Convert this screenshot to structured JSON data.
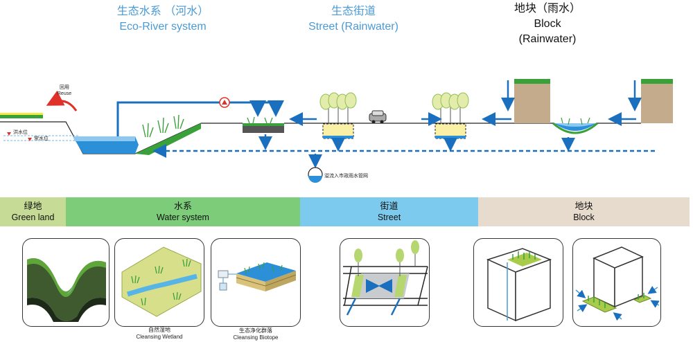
{
  "headers": {
    "eco_river_zh": "生态水系 （河水）",
    "eco_river_en": "Eco-River system",
    "street_zh": "生态街道",
    "street_en": "Street (Rainwater)",
    "block_zh": "地块（雨水）",
    "block_en_1": "Block",
    "block_en_2": "(Rainwater)"
  },
  "diagram_labels": {
    "reuse_zh": "回用",
    "reuse_en": "Reuse",
    "flood_level": "洪水位",
    "normal_level": "常水位",
    "overflow": "溢流入市政雨水管网"
  },
  "bands": [
    {
      "zh": "绿地",
      "en": "Green land",
      "color": "#c6dc96"
    },
    {
      "zh": "水系",
      "en": "Water system",
      "color": "#7ccc7a"
    },
    {
      "zh": "街道",
      "en": "Street",
      "color": "#7ccbef"
    },
    {
      "zh": "地块",
      "en": "Block",
      "color": "#e6dbcd"
    }
  ],
  "captions": {
    "wetland_zh": "自然湿地",
    "wetland_en": "Cleansing Wetland",
    "biotope_zh": "生态净化群落",
    "biotope_en": "Cleansing Biotope"
  },
  "colors": {
    "blue_text": "#4a9ad4",
    "flow_blue": "#1a6fbf",
    "grass": "#3aa03a",
    "reuse_red": "#e0302a"
  }
}
